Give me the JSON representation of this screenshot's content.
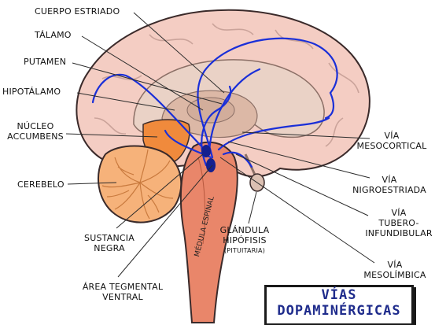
{
  "labels": {
    "cuerpo_estriado": "CUERPO ESTRIADO",
    "talamo": "TÁLAMO",
    "putamen": "PUTAMEN",
    "hipotalamo": "HIPOTÁLAMO",
    "nucleo_accumbens": "NÚCLEO\nACCUMBENS",
    "cerebelo": "CEREBELO",
    "sustancia_negra": "SUSTANCIA\nNEGRA",
    "area_tegmental": "ÁREA TEGMENTAL\nVENTRAL",
    "glandula": "GLÁNDULA\nHIPÓFISIS",
    "pituitaria": "(PITUITARIA)",
    "medula": "MÉDULA ESPINAL",
    "via_mesocortical": "VÍA\nMESOCORTICAL",
    "via_nigroestriada": "VÍA\nNIGROESTRIADA",
    "via_tubero": "VÍA\nTUBERO-\nINFUNDIBULAR",
    "via_mesolimbica": "VÍA\nMESOLÍMBICA"
  },
  "title": {
    "line1": "VÍAS",
    "line2": "DOPAMINÉRGICAS"
  },
  "colors": {
    "brain_outer": "#f4cdc3",
    "brain_inner": "#e8c6b4",
    "cerebellum": "#f6b27a",
    "nucleus": "#f08a3c",
    "stem": "#e9866a",
    "pathway": "#1a2fd8",
    "outline": "#3a2a2a"
  }
}
